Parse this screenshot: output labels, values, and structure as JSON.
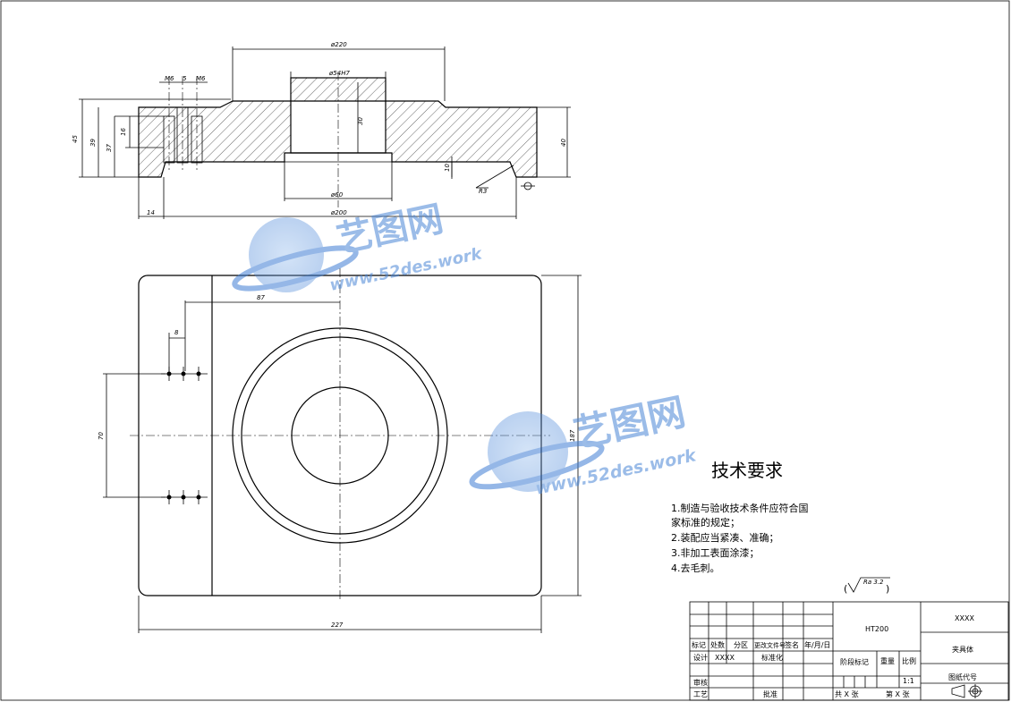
{
  "front_view": {
    "dims": {
      "d220": "ø220",
      "d54h7": "ø54H7",
      "m6_left": "M6",
      "five": "5",
      "m6_right": "M6",
      "h45": "45",
      "h39": "39",
      "h37": "37",
      "h16": "16",
      "h30": "30",
      "h40": "40",
      "h10": "10",
      "r3": "R3",
      "d60": "ø60",
      "d200": "ø200",
      "w14": "14"
    }
  },
  "top_view": {
    "dims": {
      "w87": "87",
      "w8": "8",
      "h70": "70",
      "h187": "187",
      "w227": "227"
    }
  },
  "watermark": {
    "text_cn": "艺图网",
    "text_url": "www.52des.work"
  },
  "requirements": {
    "title": "技术要求",
    "items": [
      "1.制造与验收技术条件应符合国",
      "家标准的规定；",
      "2.装配应当紧凑、准确；",
      "3.非加工表面涂漆；",
      "4.去毛刺。"
    ]
  },
  "roughness": {
    "label": "Ra 3.2"
  },
  "title_block": {
    "material": "HT200",
    "code": "XXXX",
    "name": "夹具体",
    "drawing_no": "图纸代号",
    "scale": "1:1",
    "stage_mark": "阶段标记",
    "weight": "重量",
    "ratio": "比例",
    "sheets_total": "共 X 张",
    "sheet_no": "第 X 张",
    "rev_headers": [
      "标记",
      "处数",
      "分区",
      "更改文件号",
      "签名",
      "年/月/日"
    ],
    "designer_label": "设计",
    "designer_value": "XXXX",
    "standardize": "标准化",
    "review": "审核",
    "craft": "工艺",
    "approve": "批准"
  }
}
